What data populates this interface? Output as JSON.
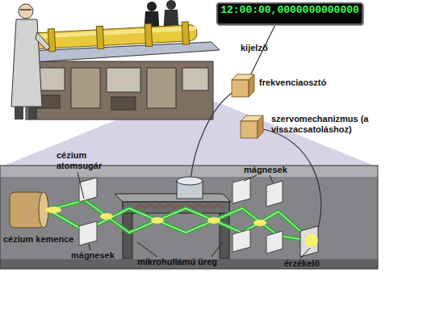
{
  "diagram": {
    "nodes": [
      {
        "text": [
          "12:00:00,0000000000000",
          "kijelző"
        ]
      },
      {
        "text": [
          "frekvenciaosztó"
        ]
      },
      {
        "text": [
          "szervomechanizmus (a visszacsatoláshoz)"
        ]
      }
    ],
    "edges": [
      {
        "from": 0,
        "to": 1,
        "arrow": "none"
      }
    ],
    "labels": [
      "cézium atomsugár",
      "mágnesek",
      "cézium kemence",
      "mágnesek",
      "mikrohullámú üreg",
      "érzékelő"
    ]
  }
}
